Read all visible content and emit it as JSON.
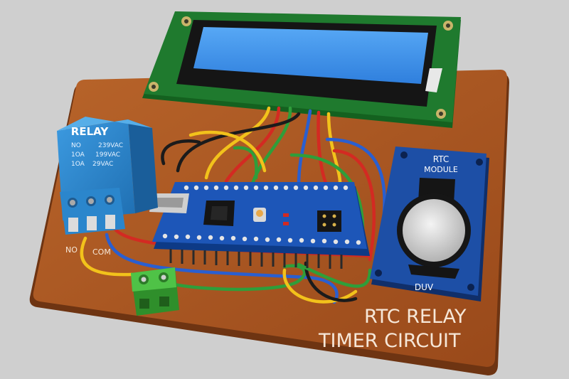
{
  "relay": {
    "title": "RELAY",
    "specs": [
      {
        "left": "NO",
        "right": "239VAC"
      },
      {
        "left": "1OA",
        "right": "199VAC"
      },
      {
        "left": "1OA",
        "right": "29VAC"
      }
    ],
    "terminal_no": "NO",
    "terminal_com": "COM"
  },
  "rtc_module": {
    "title_line1": "RTC",
    "title_line2": "MODULE",
    "bottom_label": "DUV"
  },
  "board_label": {
    "line1": "RTC RELAY",
    "line2": "TIMER CIRCUIT"
  },
  "colors": {
    "background": "#cfcfcf",
    "board": "#a9571f",
    "lcd_pcb": "#1f7a2e",
    "lcd_screen": "#3c8fe6",
    "relay": "#2b86cc",
    "arduino": "#1d56b8",
    "rtc_pcb": "#1d4fa6",
    "terminal": "#3fae3a",
    "wire_red": "#d32a22",
    "wire_yellow": "#f2c21b",
    "wire_green": "#2f9e3a",
    "wire_blue": "#2a5fd0",
    "wire_black": "#1b1b1b"
  }
}
